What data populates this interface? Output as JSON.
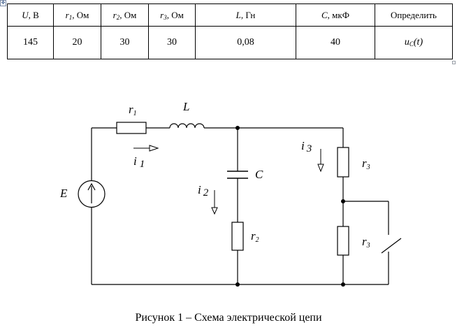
{
  "table": {
    "headers": [
      {
        "symbol": "U",
        "sub": "",
        "unit": ", В"
      },
      {
        "symbol": "r",
        "sub": "1",
        "unit": ", Ом"
      },
      {
        "symbol": "r",
        "sub": "2",
        "unit": ", Ом"
      },
      {
        "symbol": "r",
        "sub": "3",
        "unit": ", Ом"
      },
      {
        "symbol": "L",
        "sub": "",
        "unit": ", Гн"
      },
      {
        "symbol": "C",
        "sub": "",
        "unit": ", мкФ"
      },
      {
        "symbol": "",
        "sub": "",
        "unit": "Определить"
      }
    ],
    "values": [
      "145",
      "20",
      "30",
      "30",
      "0,08",
      "40"
    ],
    "determine": {
      "base": "u",
      "sub": "C",
      "arg": "(t)"
    }
  },
  "circuit": {
    "source_label": "E",
    "r1_label": {
      "base": "r",
      "sub": "1"
    },
    "inductor_label": "L",
    "capacitor_label": "C",
    "r2_label": {
      "base": "r",
      "sub": "2"
    },
    "r3_top_label": {
      "base": "r",
      "sub": "3"
    },
    "r3_bottom_label": {
      "base": "r",
      "sub": "3"
    },
    "i1_label": {
      "base": "i",
      "sub": "1"
    },
    "i2_label": {
      "base": "i",
      "sub": "2"
    },
    "i3_label": {
      "base": "i",
      "sub": "3"
    }
  },
  "caption": "Рисунок 1 – Схема электрической цепи"
}
